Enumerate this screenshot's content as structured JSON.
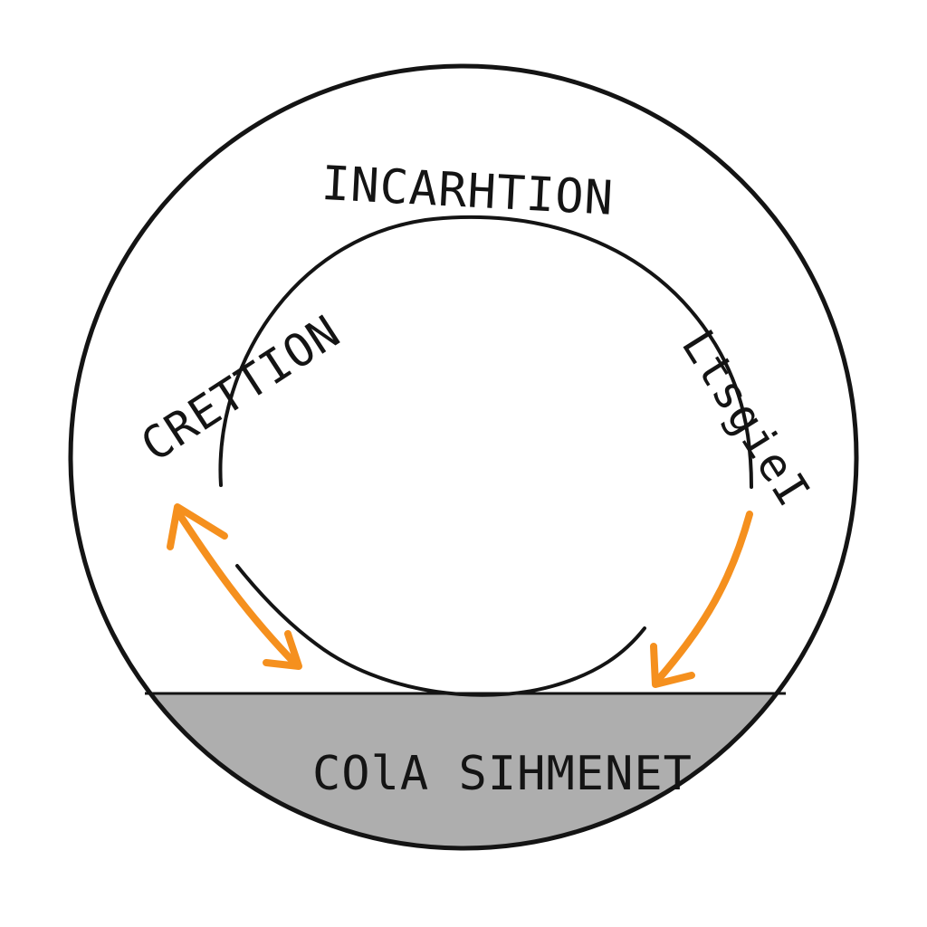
{
  "diagram": {
    "labels": {
      "top": "INCARHTION",
      "left": "CRETTION",
      "right": "LtsgieI",
      "bottom": "COlA SIHMENET"
    },
    "colors": {
      "stroke": "#141414",
      "arrow": "#f5901e",
      "band": "#aeaeae",
      "background": "#ffffff"
    }
  }
}
